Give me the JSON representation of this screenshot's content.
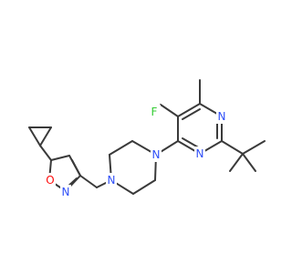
{
  "atoms": {
    "fluorine": {
      "label": "F",
      "color": "#33cc33"
    },
    "oxygen": {
      "label": "O",
      "color": "#ff0d0d"
    },
    "nitrogen_isoxazole": {
      "label": "N",
      "color": "#3050f8"
    },
    "nitrogen_piperazine_left": {
      "label": "N",
      "color": "#3050f8"
    },
    "nitrogen_piperazine_right": {
      "label": "N",
      "color": "#3050f8"
    },
    "nitrogen_pyrimidine_top": {
      "label": "N",
      "color": "#3050f8"
    },
    "nitrogen_pyrimidine_bottom": {
      "label": "N",
      "color": "#3050f8"
    }
  },
  "colors": {
    "bond": "#3a3a3a",
    "background": "#ffffff"
  }
}
